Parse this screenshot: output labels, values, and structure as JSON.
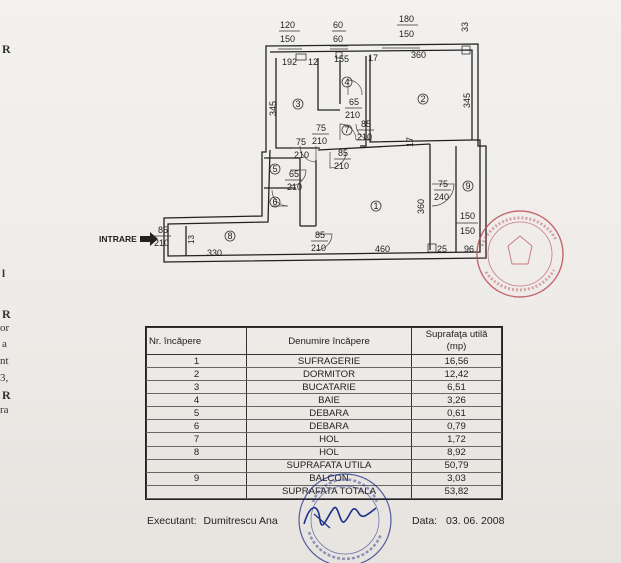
{
  "plan": {
    "entrance_label": "INTRARE",
    "top_dims": [
      {
        "top": "120",
        "bottom": "150"
      },
      {
        "top": "60",
        "bottom": "60"
      },
      {
        "top": "180",
        "bottom": "150"
      }
    ],
    "top_right_dim": "33",
    "inner_dims": [
      "192",
      "12",
      "155",
      "17",
      "360",
      "345",
      "345",
      "17",
      "360",
      "460",
      "330",
      "25",
      "96",
      "13"
    ],
    "door_dims": [
      {
        "w": "65",
        "h": "210"
      },
      {
        "w": "75",
        "h": "210"
      },
      {
        "w": "85",
        "h": "210"
      },
      {
        "w": "75",
        "h": "210"
      },
      {
        "w": "85",
        "h": "210"
      },
      {
        "w": "65",
        "h": "210"
      },
      {
        "w": "85",
        "h": "210"
      },
      {
        "w": "85",
        "h": "210"
      },
      {
        "w": "75",
        "h": "240"
      }
    ],
    "window_dims": {
      "w": "150",
      "h": "150"
    },
    "room_numbers": [
      "1",
      "2",
      "3",
      "4",
      "5",
      "6",
      "7",
      "8",
      "9"
    ]
  },
  "table": {
    "headers": {
      "nr": "Nr. încăpere",
      "name": "Denumire încăpere",
      "area": "Suprafaţa utilă",
      "unit": "(mp)"
    },
    "rows": [
      {
        "nr": "1",
        "name": "SUFRAGERIE",
        "area": "16,56"
      },
      {
        "nr": "2",
        "name": "DORMITOR",
        "area": "12,42"
      },
      {
        "nr": "3",
        "name": "BUCATARIE",
        "area": "6,51"
      },
      {
        "nr": "4",
        "name": "BAIE",
        "area": "3,26"
      },
      {
        "nr": "5",
        "name": "DEBARA",
        "area": "0,61"
      },
      {
        "nr": "6",
        "name": "DEBARA",
        "area": "0,79"
      },
      {
        "nr": "7",
        "name": "HOL",
        "area": "1,72"
      },
      {
        "nr": "8",
        "name": "HOL",
        "area": "8,92"
      },
      {
        "nr": "",
        "name": "SUPRAFATA UTILA",
        "area": "50,79"
      },
      {
        "nr": "9",
        "name": "BALCON",
        "area": "3,03"
      },
      {
        "nr": "",
        "name": "SUPRAFATA TOTALA",
        "area": "53,82"
      }
    ]
  },
  "footer": {
    "executant_label": "Executant:",
    "executant_name": "Dumitrescu Ana",
    "date_label": "Data:",
    "date_value": "03. 06. 2008"
  },
  "margin_fragments": [
    "R",
    "or",
    "a",
    "nt",
    "3,",
    "R",
    "ra",
    "R",
    "l"
  ],
  "colors": {
    "ink": "#222222",
    "paper": "#f1eeeb",
    "stamp": "#b9464c",
    "signature": "#1c2f8a"
  }
}
